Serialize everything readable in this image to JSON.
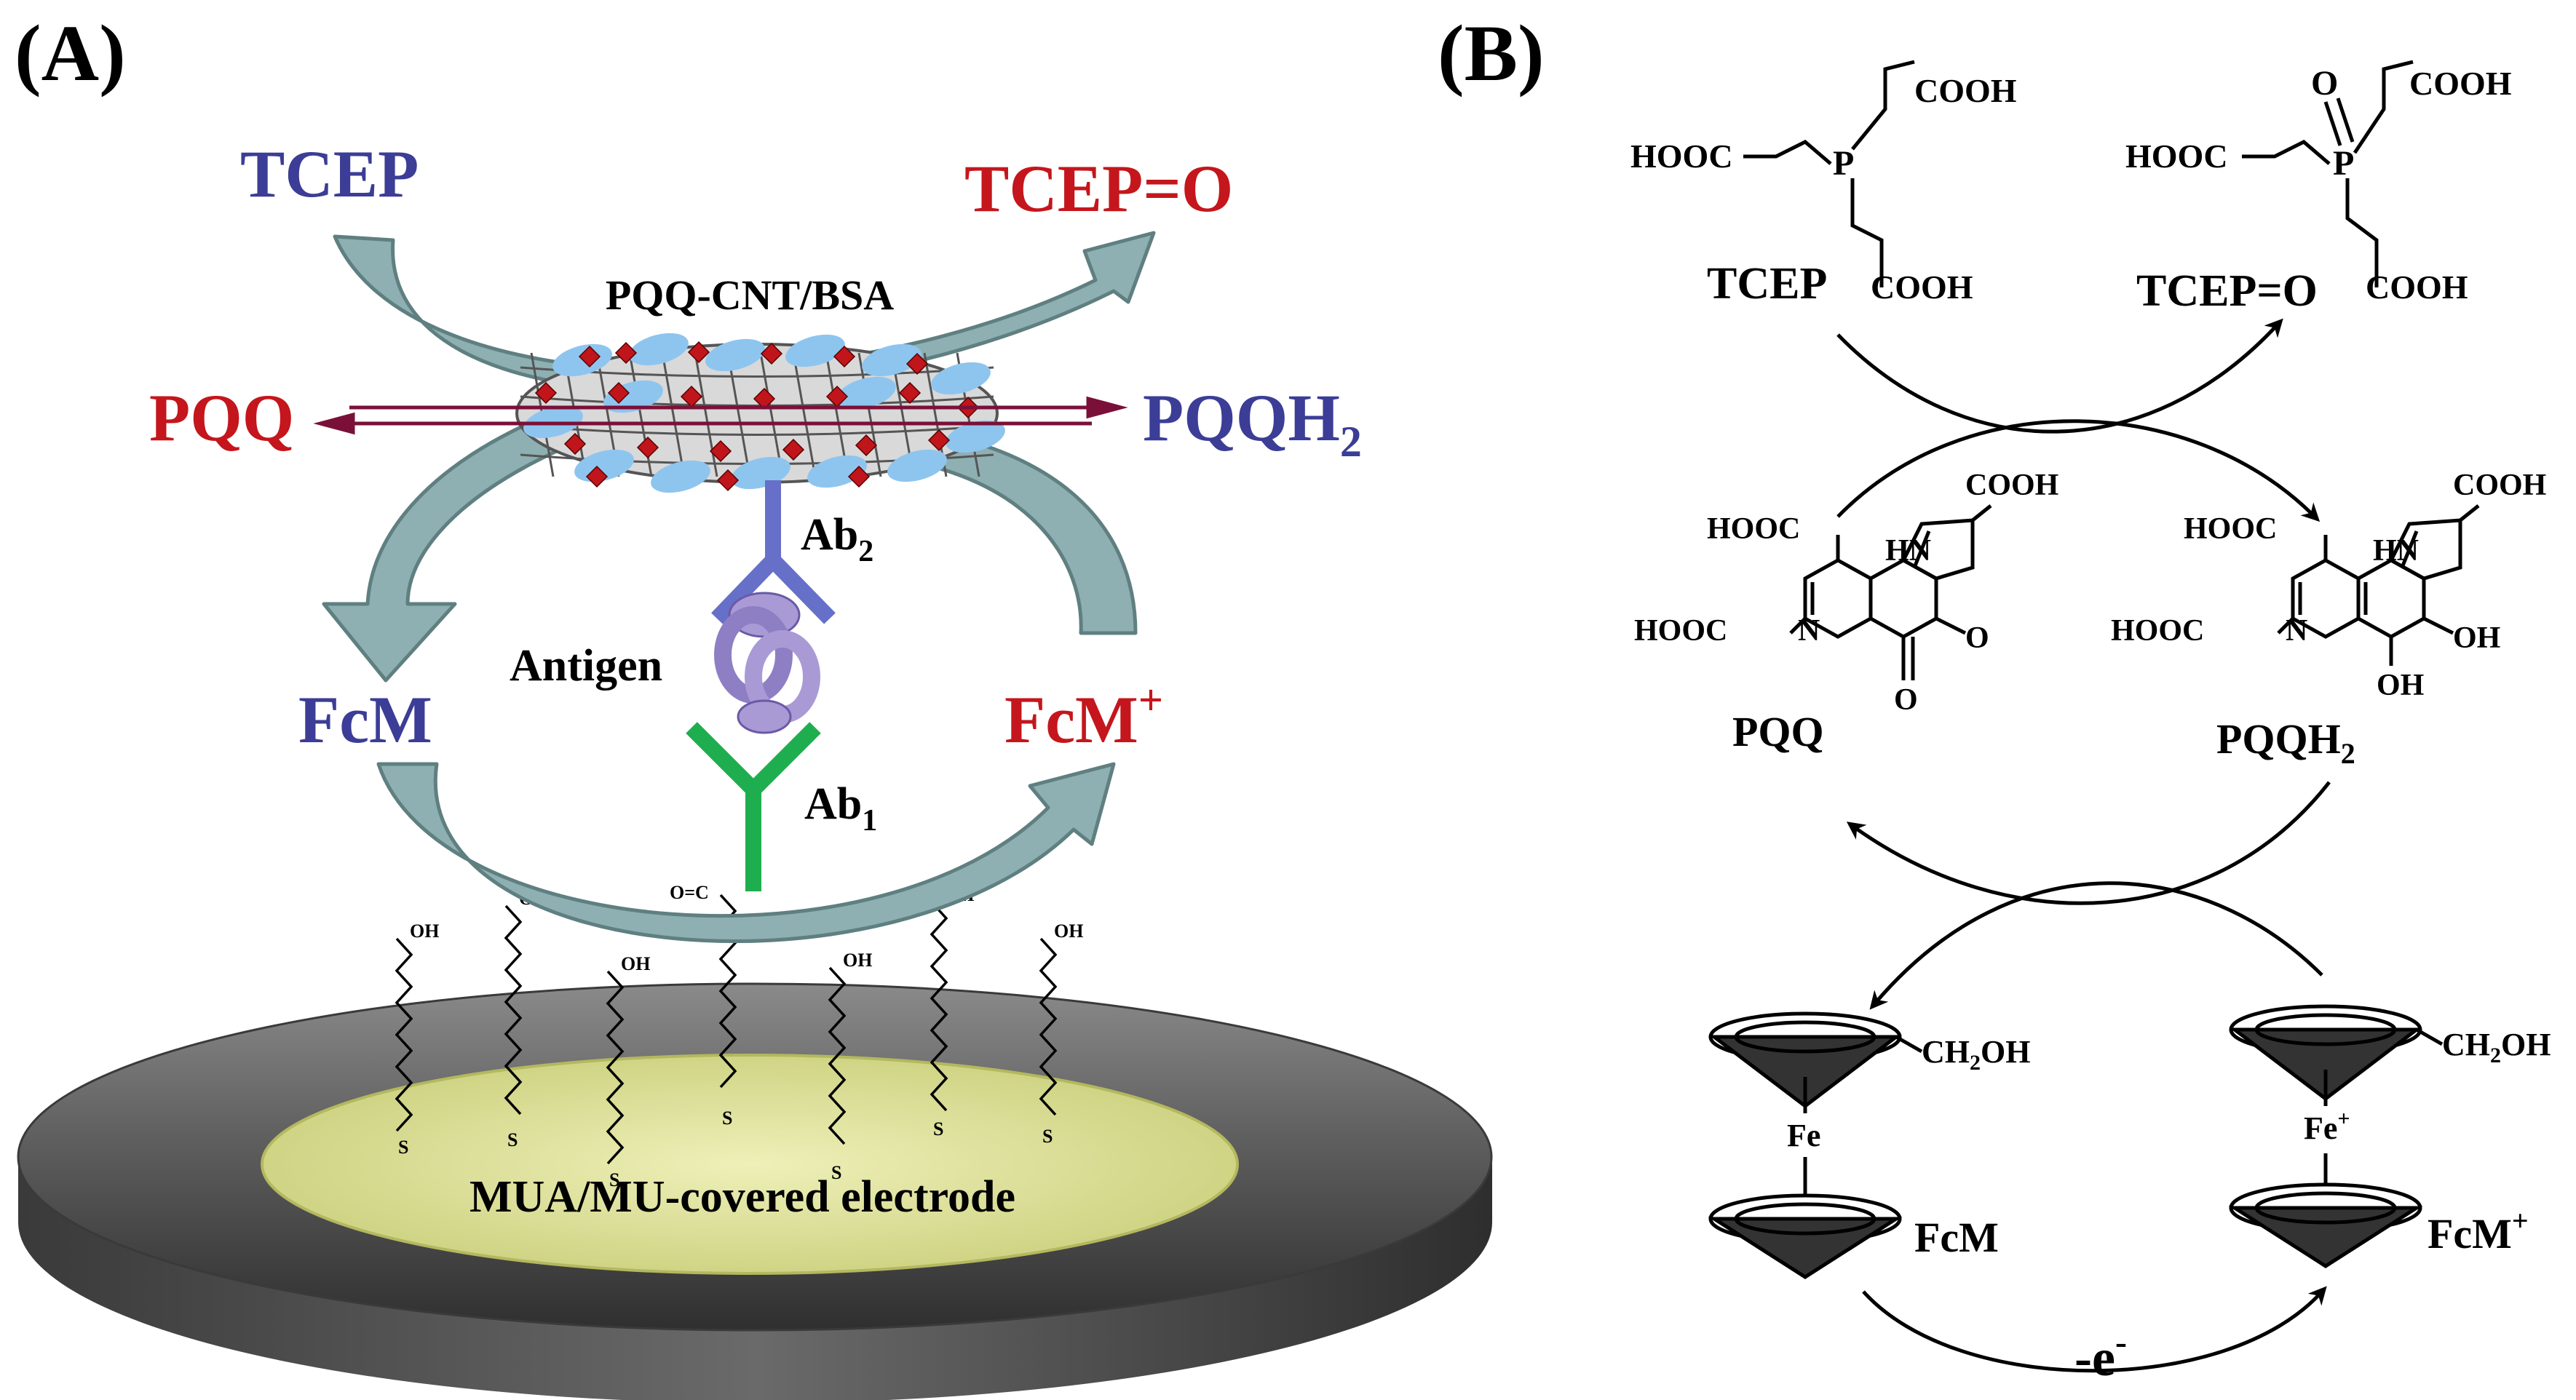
{
  "panel_a": {
    "label": "(A)",
    "tcep": "TCEP",
    "tcep_o": "TCEP=O",
    "cnt_label": "PQQ-CNT/BSA",
    "pqq": "PQQ",
    "pqqh2_main": "PQQH",
    "pqqh2_sub": "2",
    "ab2_main": "Ab",
    "ab2_sub": "2",
    "antigen": "Antigen",
    "ab1_main": "Ab",
    "ab1_sub": "1",
    "fcm": "FcM",
    "fcm_plus_main": "FcM",
    "fcm_plus_sup": "+",
    "electrode_label": "MUA/MU-covered electrode",
    "chain_oh": "OH",
    "chain_s": "S",
    "chain_carbonyl": "O=C"
  },
  "panel_b": {
    "label": "(B)",
    "tcep": "TCEP",
    "tcep_o": "TCEP=O",
    "pqq": "PQQ",
    "pqqh2_main": "PQQH",
    "pqqh2_sub": "2",
    "fcm": "FcM",
    "fcm_plus_main": "FcM",
    "fcm_plus_sup": "+",
    "electron_main": "-e",
    "electron_sup": "-",
    "atoms": {
      "hooc": "HOOC",
      "cooh": "COOH",
      "p": "P",
      "o": "O",
      "hn": "HN",
      "n": "N",
      "oh": "OH",
      "fe": "Fe",
      "fe_plus_sup": "+",
      "ch2oh_a": "CH",
      "ch2oh_sub": "2",
      "ch2oh_b": "OH"
    }
  },
  "colors": {
    "blue": "#3b3d96",
    "red": "#c4161c",
    "arrow_fill": "#8fb0b2",
    "arrow_stroke": "#5f7f80",
    "ab2": "#6670c8",
    "ab1": "#1fae4f",
    "antigen": "#a99ad6",
    "plate_dark": "#4d4d4d",
    "electrode": "#dfe3a0",
    "bsa": "#8ec5ef",
    "pqq_diamond": "#c0151b",
    "maroon": "#7a1038"
  }
}
